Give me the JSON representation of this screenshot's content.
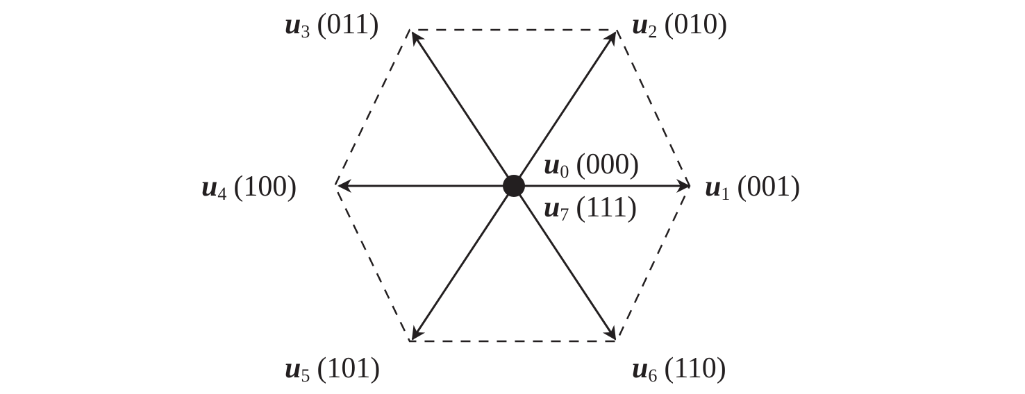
{
  "diagram": {
    "title": "Space vector diagram",
    "vectors": [
      {
        "id": "u1",
        "symbol": "u",
        "index": "1",
        "code": "(001)",
        "angle_deg": 0
      },
      {
        "id": "u2",
        "symbol": "u",
        "index": "2",
        "code": "(010)",
        "angle_deg": 60
      },
      {
        "id": "u3",
        "symbol": "u",
        "index": "3",
        "code": "(011)",
        "angle_deg": 120
      },
      {
        "id": "u4",
        "symbol": "u",
        "index": "4",
        "code": "(100)",
        "angle_deg": 180
      },
      {
        "id": "u5",
        "symbol": "u",
        "index": "5",
        "code": "(101)",
        "angle_deg": 240
      },
      {
        "id": "u6",
        "symbol": "u",
        "index": "6",
        "code": "(110)",
        "angle_deg": 300
      }
    ],
    "zero_vectors": [
      {
        "id": "u0",
        "symbol": "u",
        "index": "0",
        "code": "(000)"
      },
      {
        "id": "u7",
        "symbol": "u",
        "index": "7",
        "code": "(111)"
      }
    ],
    "colors": {
      "ink": "#231f20"
    }
  }
}
